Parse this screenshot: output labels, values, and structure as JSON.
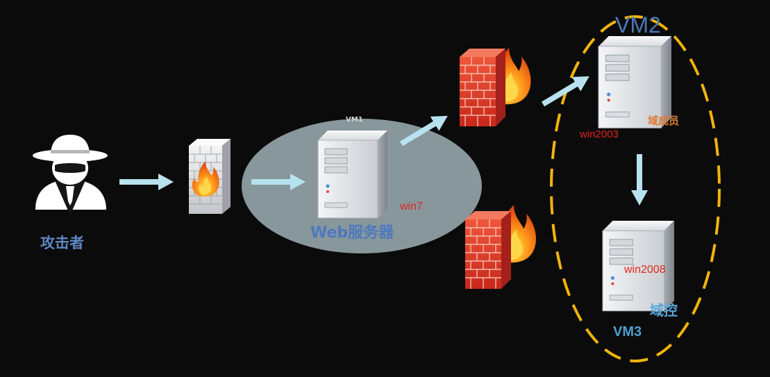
{
  "nodes": {
    "attacker": {
      "label": "攻击者",
      "icon": "hacker-icon"
    },
    "web_server": {
      "label": "Web服务器",
      "zone": "VM1",
      "os": "win7",
      "icon": "server-icon"
    },
    "firewall_outer": {
      "icon": "firewall-icon"
    },
    "firewall_upper": {
      "icon": "firewall-icon"
    },
    "firewall_lower": {
      "icon": "firewall-icon"
    },
    "vm2": {
      "label": "VM2"
    },
    "domain_member": {
      "os": "win2003",
      "role": "域成员",
      "icon": "server-icon"
    },
    "domain_controller": {
      "os": "win2008",
      "role": "域控",
      "zone": "VM3",
      "icon": "server-icon"
    }
  },
  "colors": {
    "background": "#0b0b0b",
    "arrow": "#b7e2ef",
    "ellipse_fill": "#b9cdd3",
    "dashed_boundary": "#f1b40a",
    "os_text": "#e0261b",
    "label_blue": "#4c79bf"
  }
}
